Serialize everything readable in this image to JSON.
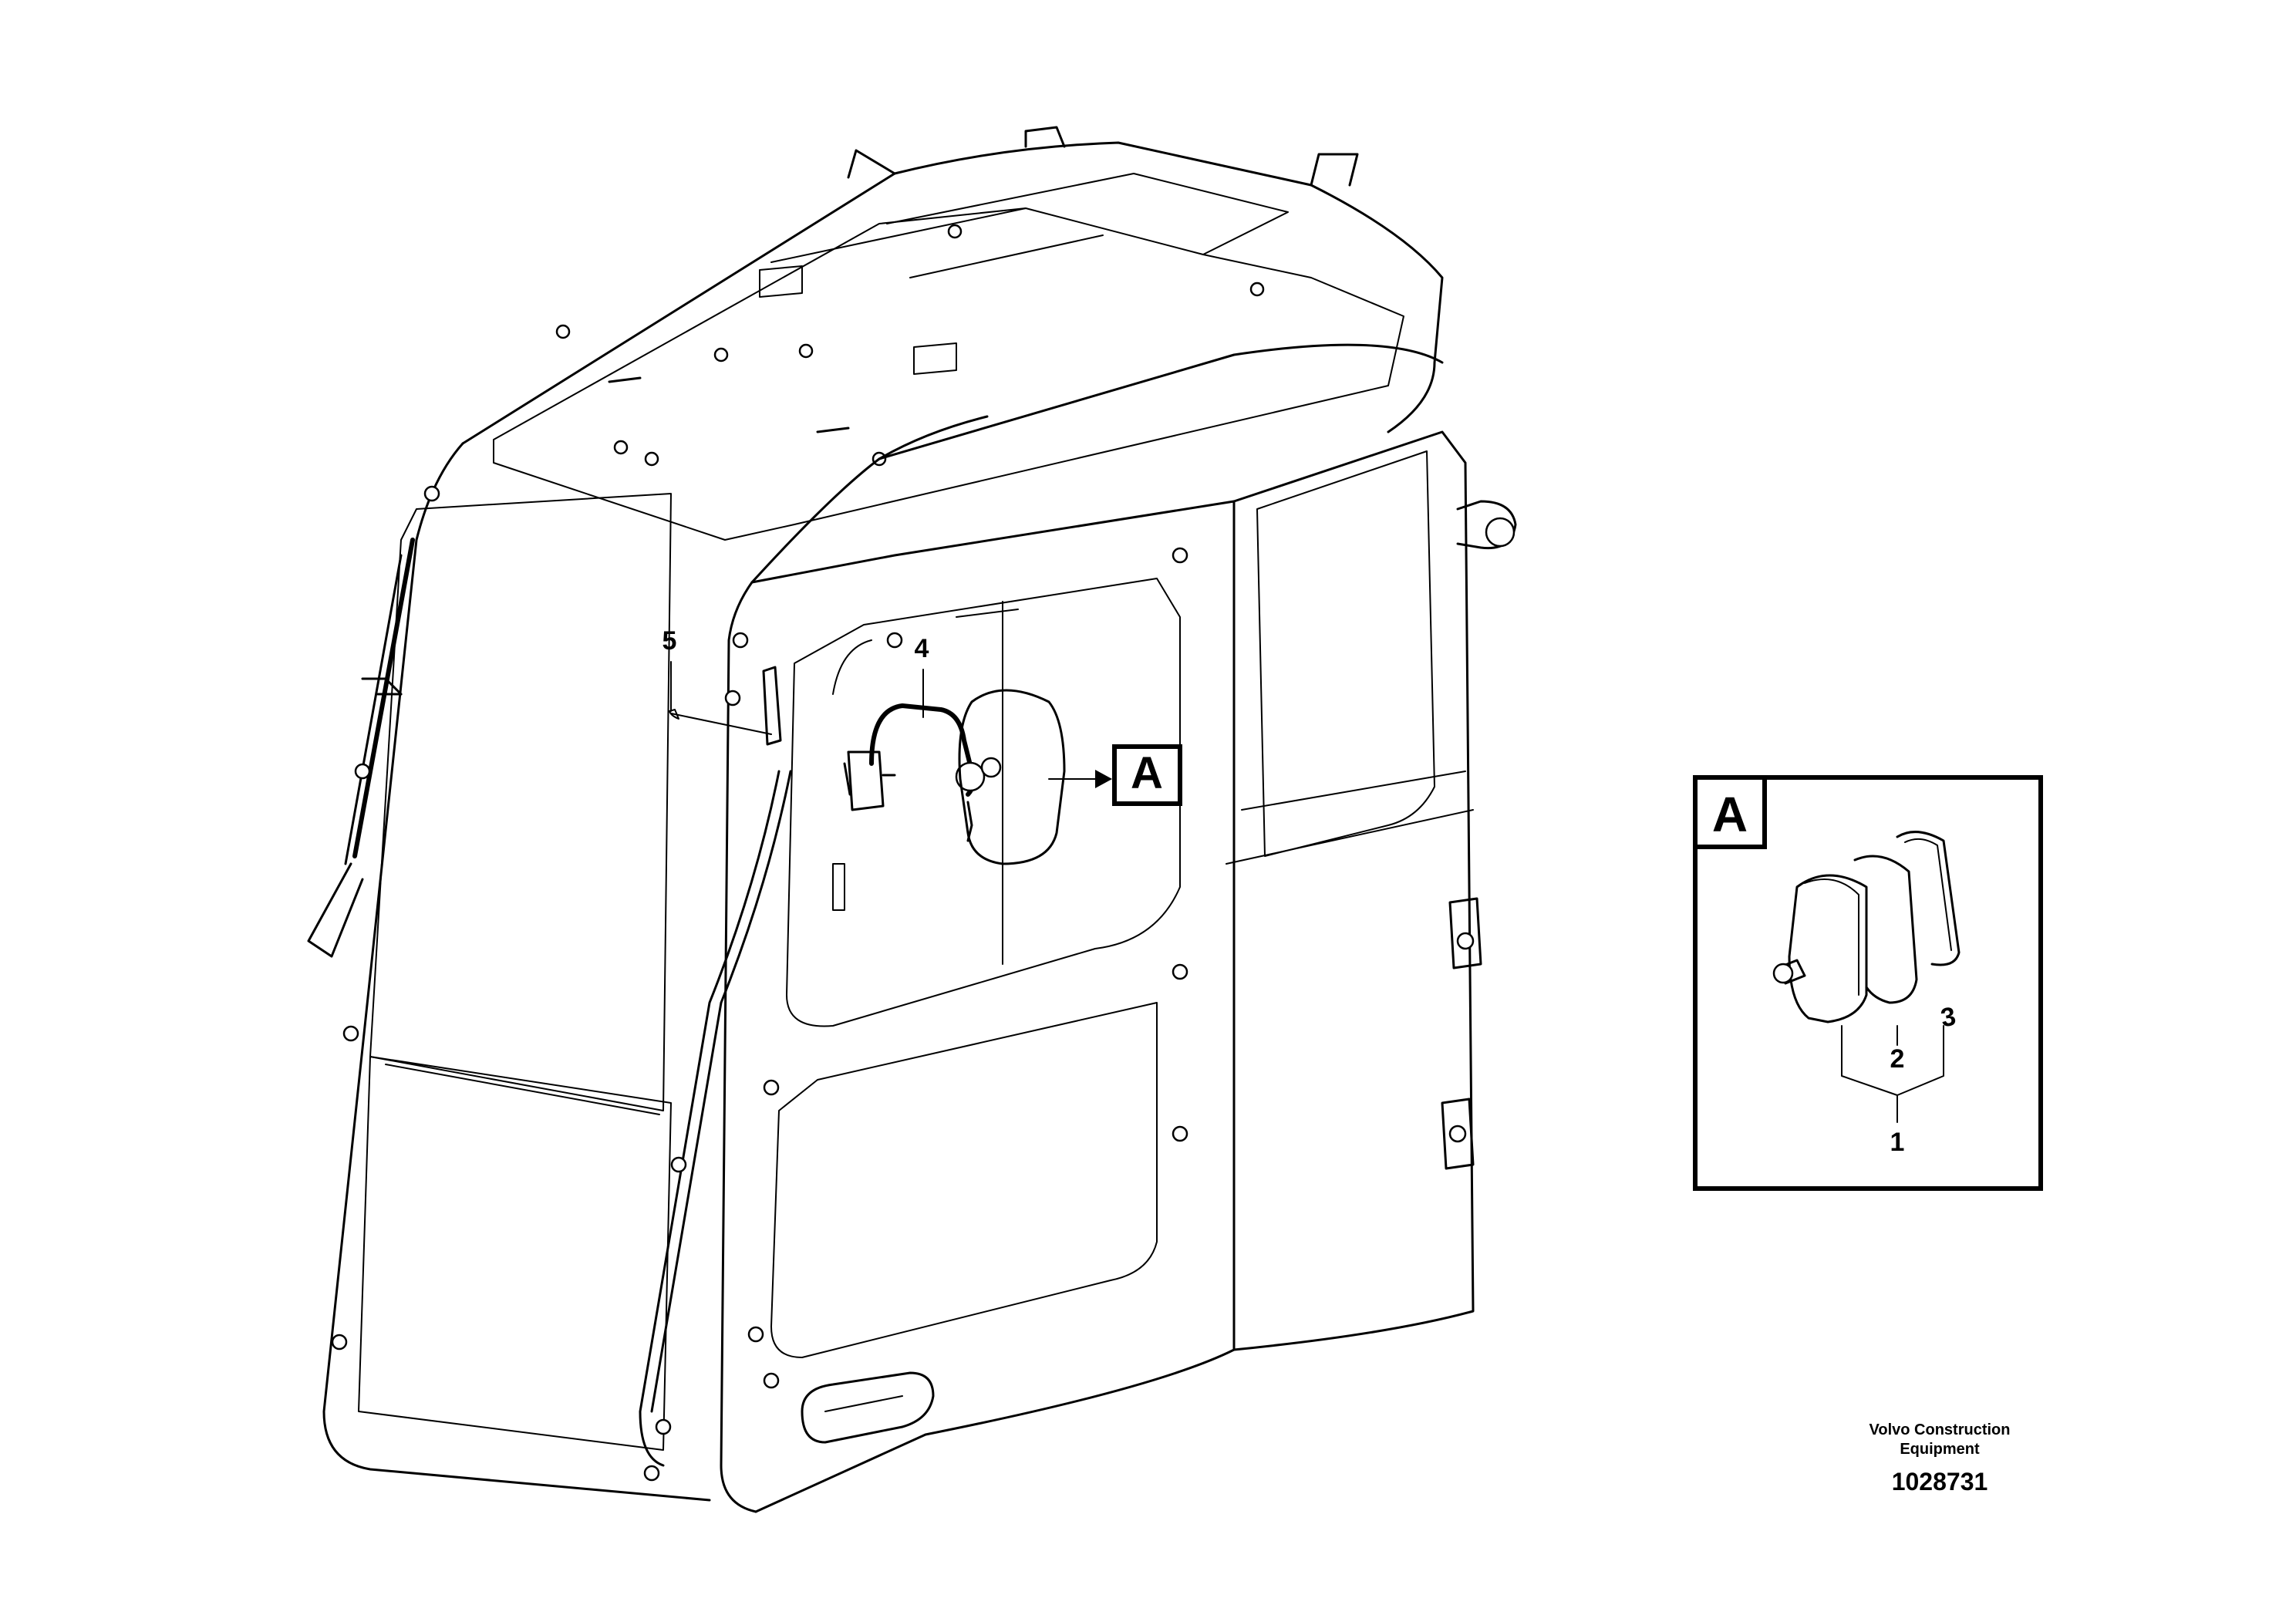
{
  "diagram": {
    "callouts": {
      "c1": "1",
      "c2": "2",
      "c3": "3",
      "c4": "4",
      "c5": "5"
    },
    "detail_marker": "A",
    "detail_box_label": "A",
    "publisher_line1": "Volvo Construction",
    "publisher_line2": "Equipment",
    "drawing_number": "1028731"
  }
}
